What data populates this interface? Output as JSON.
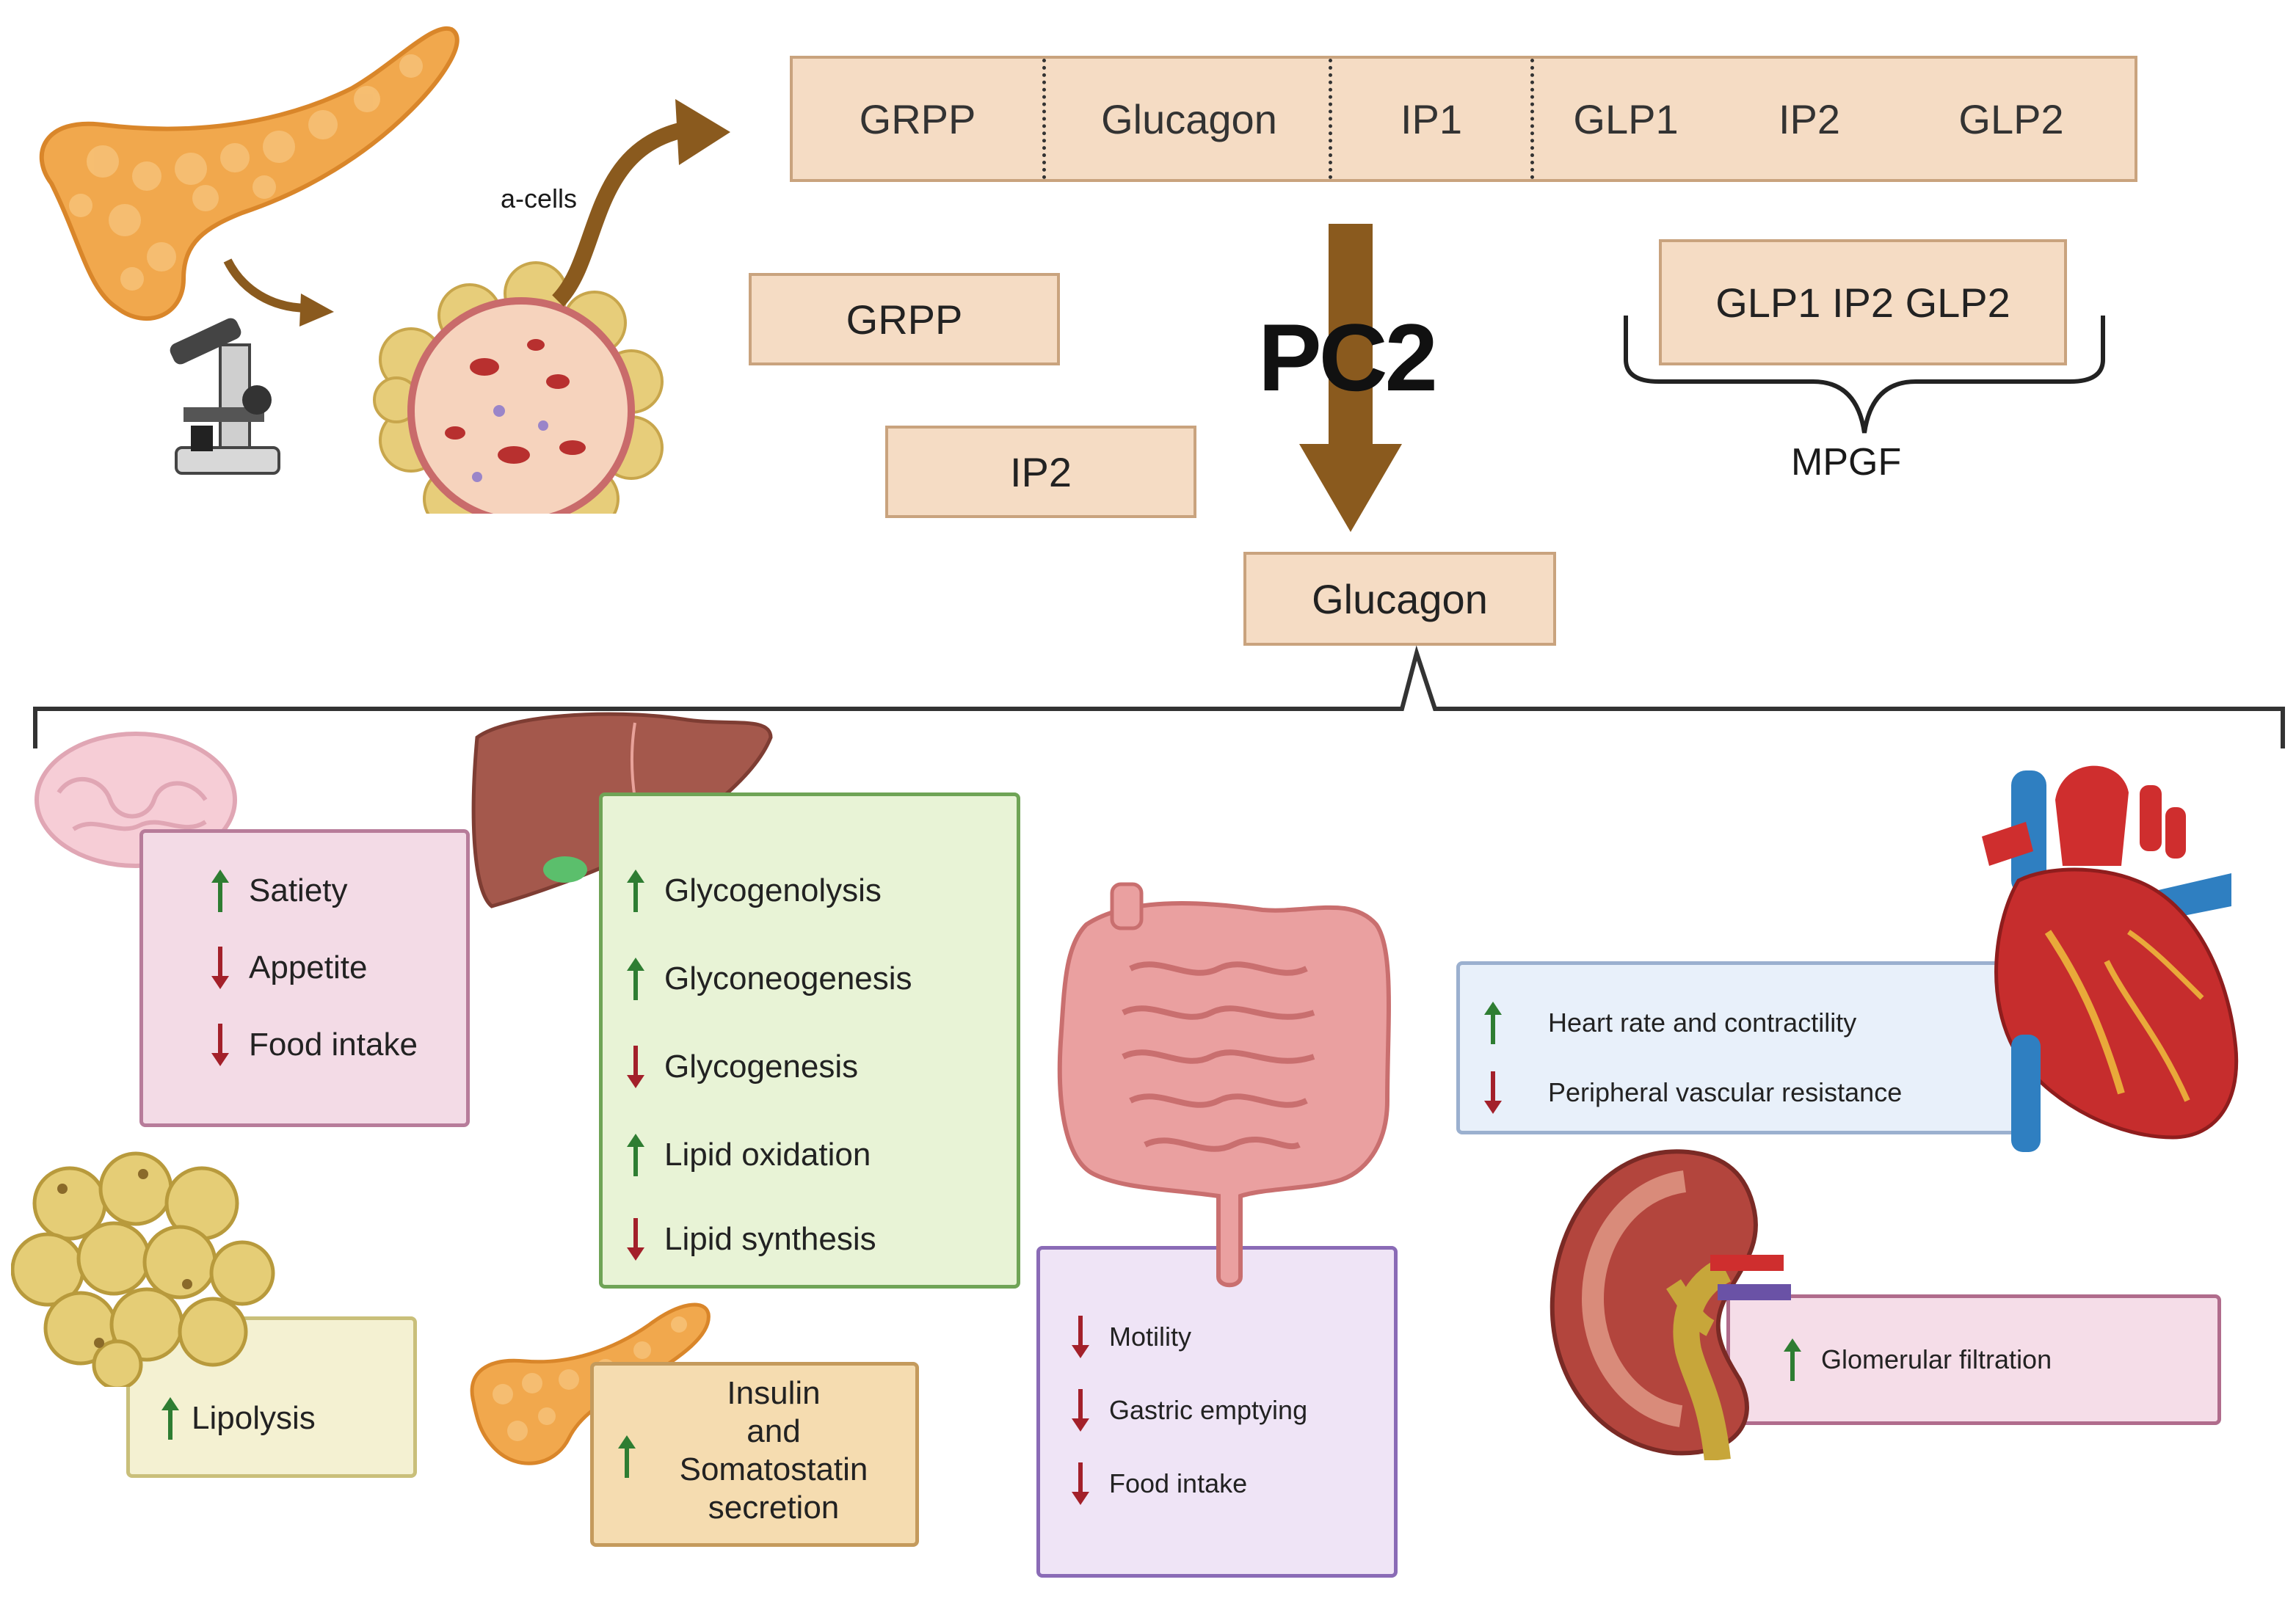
{
  "colors": {
    "up_arrow": "#2e7d32",
    "down_arrow": "#a3202a",
    "tan_fill": "#f5dcc4",
    "tan_border": "#c9a37e",
    "brown_arrow": "#8a5a1e"
  },
  "top_left": {
    "a_cells_label": "a-cells",
    "icons": [
      "pancreas-icon",
      "microscope-icon",
      "islet-icon"
    ]
  },
  "proglucagon": {
    "segments": [
      "GRPP",
      "Glucagon",
      "IP1",
      "GLP1",
      "IP2",
      "GLP2"
    ]
  },
  "products": {
    "grpp": "GRPP",
    "ip2": "IP2",
    "enzyme": "PC2",
    "mpgf_contents": "GLP1 IP2  GLP2",
    "mpgf_label": "MPGF",
    "glucagon": "Glucagon"
  },
  "effects": {
    "brain": [
      {
        "dir": "up",
        "text": "Satiety"
      },
      {
        "dir": "down",
        "text": "Appetite"
      },
      {
        "dir": "down",
        "text": "Food intake"
      }
    ],
    "liver": [
      {
        "dir": "up",
        "text": "Glycogenolysis"
      },
      {
        "dir": "up",
        "text": "Glyconeogenesis"
      },
      {
        "dir": "down",
        "text": "Glycogenesis"
      },
      {
        "dir": "up",
        "text": "Lipid oxidation"
      },
      {
        "dir": "down",
        "text": "Lipid synthesis"
      }
    ],
    "adipose": [
      {
        "dir": "up",
        "text": "Lipolysis"
      }
    ],
    "pancreas": {
      "dir": "up",
      "line1": "Insulin",
      "line2": "and",
      "line3": "Somatostatin",
      "line4": "secretion"
    },
    "gut": [
      {
        "dir": "down",
        "text": "Motility"
      },
      {
        "dir": "down",
        "text": "Gastric emptying"
      },
      {
        "dir": "down",
        "text": "Food intake"
      }
    ],
    "heart": [
      {
        "dir": "up",
        "text": "Heart rate and contractility"
      },
      {
        "dir": "down",
        "text": "Peripheral vascular resistance"
      }
    ],
    "kidney": [
      {
        "dir": "up",
        "text": "Glomerular filtration"
      }
    ]
  }
}
